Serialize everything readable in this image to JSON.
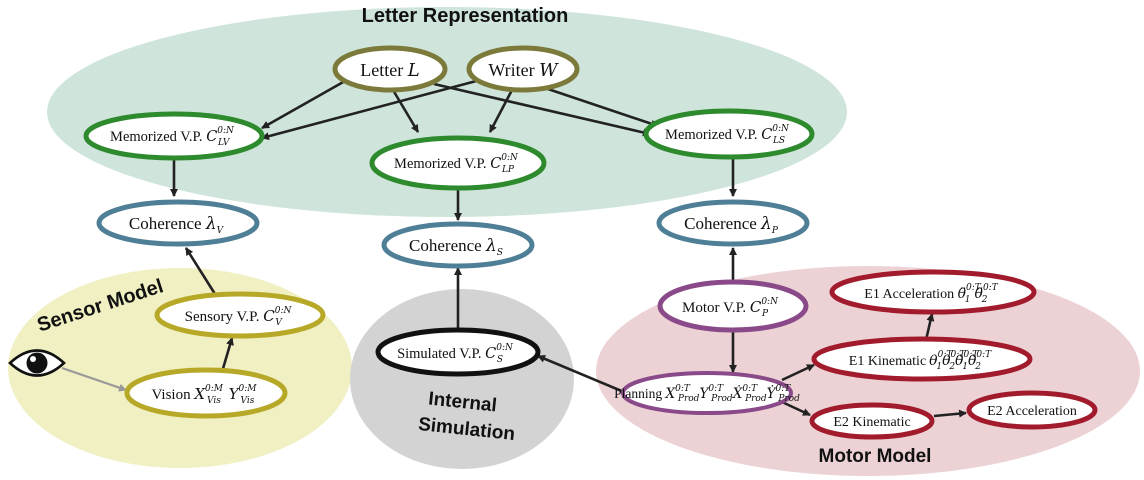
{
  "colors": {
    "letter_region": "#cfe5db",
    "sensor_region": "#f1f0c2",
    "internal_region": "#d3d3d3",
    "motor_region": "#ecd2d5",
    "olive": "#7b7a3a",
    "green": "#2d8a2d",
    "blue": "#4f7f96",
    "gold": "#b7a827",
    "black": "#111111",
    "purple": "#8a4a8a",
    "red": "#a11b2c",
    "arrow": "#222222",
    "eye_arrow": "#999999"
  },
  "icons": {
    "eye": "eye-icon"
  },
  "regions": {
    "letter": "Letter Representation",
    "sensor": "Sensor Model",
    "internal_line1": "Internal",
    "internal_line2": "Simulation",
    "motor": "Motor Model"
  },
  "nodes": {
    "letter": {
      "text": "Letter",
      "math": "L",
      "sub": "",
      "sup": ""
    },
    "writer": {
      "text": "Writer",
      "math": "W",
      "sub": "",
      "sup": ""
    },
    "mem_lv": {
      "text": "Memorized V.P.",
      "math": "C",
      "sub": "LV",
      "sup": "0:N"
    },
    "mem_lp": {
      "text": "Memorized V.P.",
      "math": "C",
      "sub": "LP",
      "sup": "0:N"
    },
    "mem_ls": {
      "text": "Memorized V.P.",
      "math": "C",
      "sub": "LS",
      "sup": "0:N"
    },
    "coh_v": {
      "text": "Coherence",
      "math": "λ",
      "sub": "V",
      "sup": ""
    },
    "coh_s": {
      "text": "Coherence",
      "math": "λ",
      "sub": "S",
      "sup": ""
    },
    "coh_p": {
      "text": "Coherence",
      "math": "λ",
      "sub": "P",
      "sup": ""
    },
    "sensory_vp": {
      "text": "Sensory V.P.",
      "math": "C",
      "sub": "V",
      "sup": "0:N"
    },
    "vision": {
      "text": "Vision",
      "math": "X",
      "sub": "Vis",
      "sup": "0:M",
      "math2": "Y",
      "sub2": "Vis",
      "sup2": "0:M"
    },
    "simulated_vp": {
      "text": "Simulated V.P.",
      "math": "C",
      "sub": "S",
      "sup": "0:N"
    },
    "motor_vp": {
      "text": "Motor V.P.",
      "math": "C",
      "sub": "P",
      "sup": "0:N"
    },
    "planning": {
      "text": "Planning",
      "math": "X",
      "sub": "Prod",
      "sup": "0:T",
      "math2": "Y",
      "sub2": "Prod",
      "sup2": "0:T",
      "math3": "Ẋ",
      "sub3": "Prod",
      "sup3": "0:T",
      "math4": "Ẏ",
      "sub4": "Prod",
      "sup4": "0:T"
    },
    "e1_accel": {
      "text": "E1 Acceleration",
      "math": "θ̈",
      "sub": "1",
      "sup": "0:T",
      "math2": "θ̈",
      "sub2": "2",
      "sup2": "0:T"
    },
    "e1_kinematic": {
      "text": "E1 Kinematic",
      "math": "θ",
      "sub": "1",
      "sup": "0:T",
      "math2": "θ",
      "sub2": "2",
      "sup2": "0:T",
      "math3": "θ̇",
      "sub3": "1",
      "sup3": "0:T",
      "math4": "θ̇",
      "sub4": "2",
      "sup4": "0:T"
    },
    "e2_kinematic": {
      "text": "E2 Kinematic"
    },
    "e2_accel": {
      "text": "E2 Acceleration"
    }
  }
}
